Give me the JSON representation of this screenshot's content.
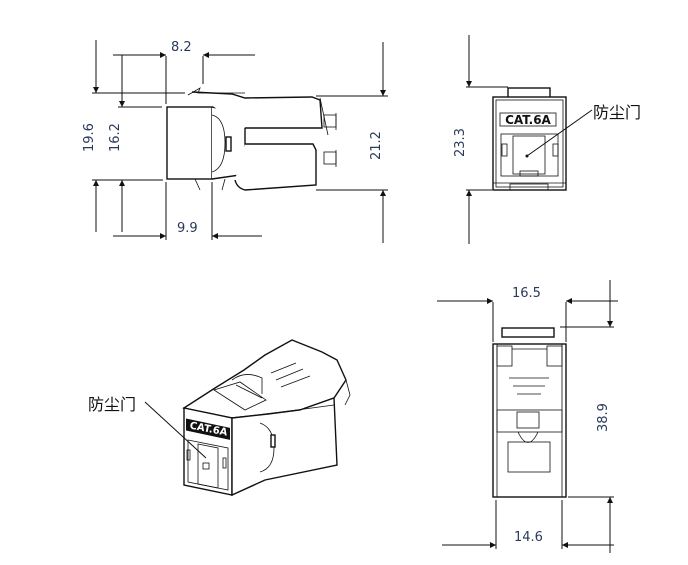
{
  "drawing": {
    "side_view": {
      "dims": {
        "top_width": "8.2",
        "bottom_width": "9.9",
        "height_outer": "19.6",
        "height_inner": "16.2",
        "height_right": "21.2"
      }
    },
    "front_view": {
      "dims": {
        "height": "23.3"
      },
      "face_label": "CAT.6A",
      "callout": "防尘门"
    },
    "iso_view": {
      "face_label": "CAT.6A",
      "callout": "防尘门"
    },
    "top_view": {
      "dims": {
        "top_width": "16.5",
        "bottom_width": "14.6",
        "height": "38.9"
      }
    }
  }
}
